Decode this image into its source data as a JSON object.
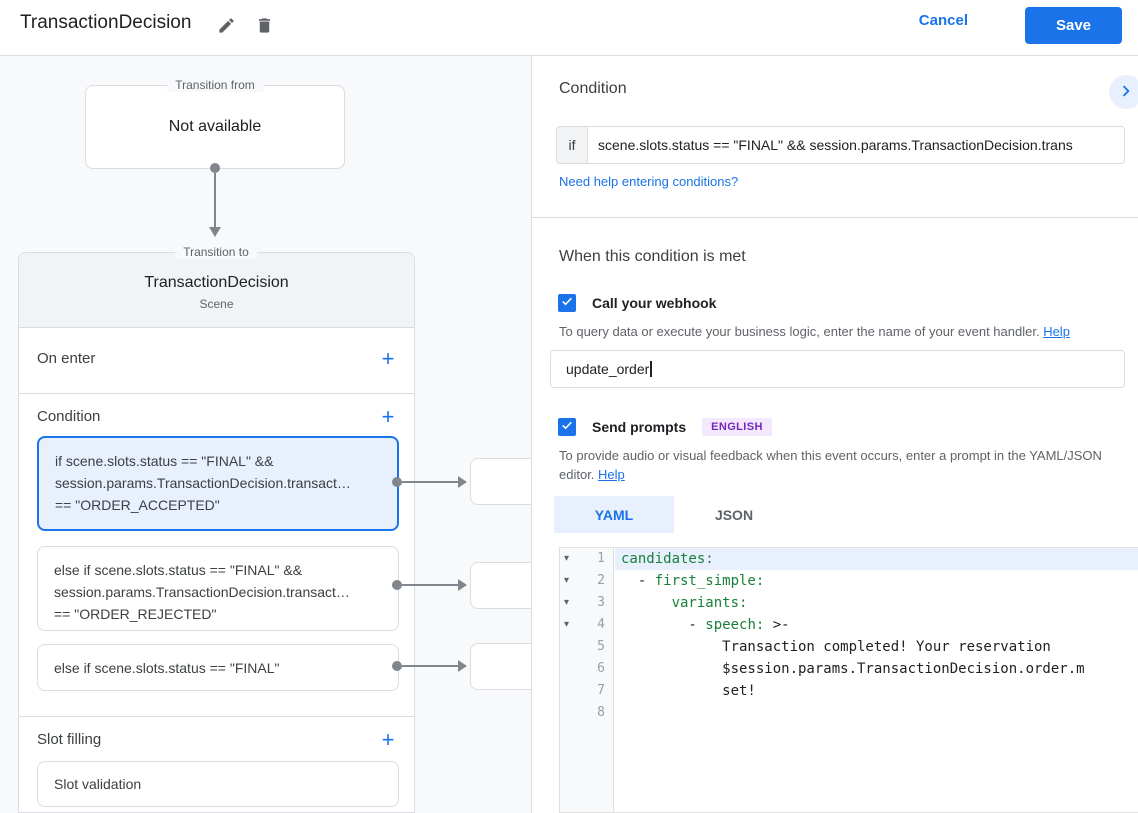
{
  "colors": {
    "accent": "#1a73e8",
    "selected_bg": "#e8f0fe",
    "canvas_bg": "#f8f9fa",
    "border": "#dadce0",
    "code_key_green": "#188038",
    "badge_bg": "#f3e8fd",
    "badge_text": "#7627bb",
    "connector_gray": "#80868b"
  },
  "titlebar": {
    "title": "TransactionDecision",
    "edit_icon": "pencil-icon",
    "delete_icon": "trash-icon",
    "cancel": "Cancel",
    "save": "Save"
  },
  "canvas": {
    "transition_from": {
      "legend": "Transition from",
      "text": "Not available"
    },
    "transition_to": {
      "legend": "Transition to",
      "name": "TransactionDecision",
      "type": "Scene"
    },
    "on_enter": {
      "label": "On enter",
      "add": "+"
    },
    "condition": {
      "label": "Condition",
      "add": "+",
      "items": [
        {
          "selected": true,
          "lines": [
            "if scene.slots.status == \"FINAL\" &&",
            "session.params.TransactionDecision.transact…",
            "== \"ORDER_ACCEPTED\""
          ]
        },
        {
          "selected": false,
          "lines": [
            "else if scene.slots.status == \"FINAL\" &&",
            "session.params.TransactionDecision.transact…",
            "== \"ORDER_REJECTED\""
          ]
        },
        {
          "selected": false,
          "lines": [
            "else if scene.slots.status == \"FINAL\""
          ]
        }
      ]
    },
    "slot_filling": {
      "label": "Slot filling",
      "add": "+",
      "item": "Slot validation"
    }
  },
  "panel": {
    "condition_title": "Condition",
    "if_label": "if",
    "expression": "scene.slots.status == \"FINAL\" && session.params.TransactionDecision.trans",
    "help_link": "Need help entering conditions?",
    "when_met_title": "When this condition is met",
    "webhook": {
      "label": "Call your webhook",
      "desc": "To query data or execute your business logic, enter the name of your event handler. ",
      "help": "Help",
      "value": "update_order"
    },
    "prompts": {
      "label": "Send prompts",
      "badge": "ENGLISH",
      "desc": "To provide audio or visual feedback when this event occurs, enter a prompt in the YAML/JSON editor. ",
      "help": "Help"
    },
    "tabs": [
      {
        "label": "YAML",
        "active": true
      },
      {
        "label": "JSON",
        "active": false
      }
    ],
    "editor": {
      "lines": [
        {
          "n": "1",
          "fold": true,
          "hl": true,
          "seg": [
            {
              "t": "candidates:",
              "k": true
            }
          ]
        },
        {
          "n": "2",
          "fold": true,
          "hl": false,
          "seg": [
            {
              "t": "  - ",
              "k": false
            },
            {
              "t": "first_simple:",
              "k": true
            }
          ]
        },
        {
          "n": "3",
          "fold": true,
          "hl": false,
          "seg": [
            {
              "t": "      ",
              "k": false
            },
            {
              "t": "variants:",
              "k": true
            }
          ]
        },
        {
          "n": "4",
          "fold": true,
          "hl": false,
          "seg": [
            {
              "t": "        - ",
              "k": false
            },
            {
              "t": "speech:",
              "k": true
            },
            {
              "t": " >-",
              "k": false
            }
          ]
        },
        {
          "n": "5",
          "fold": false,
          "hl": false,
          "seg": [
            {
              "t": "            Transaction completed! Your reservation",
              "k": false
            }
          ]
        },
        {
          "n": "6",
          "fold": false,
          "hl": false,
          "seg": [
            {
              "t": "            $session.params.TransactionDecision.order.m",
              "k": false
            }
          ]
        },
        {
          "n": "7",
          "fold": false,
          "hl": false,
          "seg": [
            {
              "t": "            set!",
              "k": false
            }
          ]
        },
        {
          "n": "8",
          "fold": false,
          "hl": false,
          "seg": []
        }
      ]
    }
  }
}
